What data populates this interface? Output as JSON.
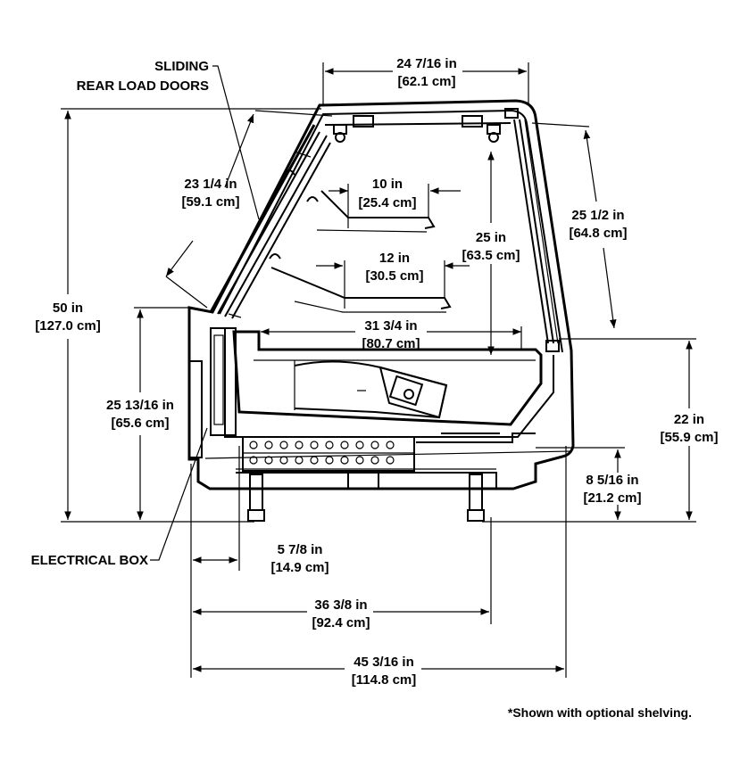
{
  "callouts": {
    "sliding_rear_load_doors_line1": "SLIDING",
    "sliding_rear_load_doors_line2": "REAR LOAD DOORS",
    "electrical_box": "ELECTRICAL BOX"
  },
  "dimensions": {
    "top_width": {
      "imperial": "24 7/16 in",
      "metric": "[62.1 cm]"
    },
    "rear_glass": {
      "imperial": "23 1/4 in",
      "metric": "[59.1 cm]"
    },
    "front_glass": {
      "imperial": "25 1/2 in",
      "metric": "[64.8 cm]"
    },
    "upper_shelf": {
      "imperial": "10 in",
      "metric": "[25.4 cm]"
    },
    "lower_shelf": {
      "imperial": "12 in",
      "metric": "[30.5 cm]"
    },
    "interior_height": {
      "imperial": "25 in",
      "metric": "[63.5 cm]"
    },
    "overall_height": {
      "imperial": "50 in",
      "metric": "[127.0 cm]"
    },
    "deck_width": {
      "imperial": "31 3/4 in",
      "metric": "[80.7 cm]"
    },
    "rear_height": {
      "imperial": "25 13/16 in",
      "metric": "[65.6 cm]"
    },
    "front_height": {
      "imperial": "22 in",
      "metric": "[55.9 cm]"
    },
    "base_height": {
      "imperial": "8 5/16 in",
      "metric": "[21.2 cm]"
    },
    "electrical_offset": {
      "imperial": "5 7/8 in",
      "metric": "[14.9 cm]"
    },
    "leg_span": {
      "imperial": "36 3/8 in",
      "metric": "[92.4 cm]"
    },
    "overall_depth": {
      "imperial": "45 3/16 in",
      "metric": "[114.8 cm]"
    }
  },
  "footnote": "*Shown with optional shelving."
}
